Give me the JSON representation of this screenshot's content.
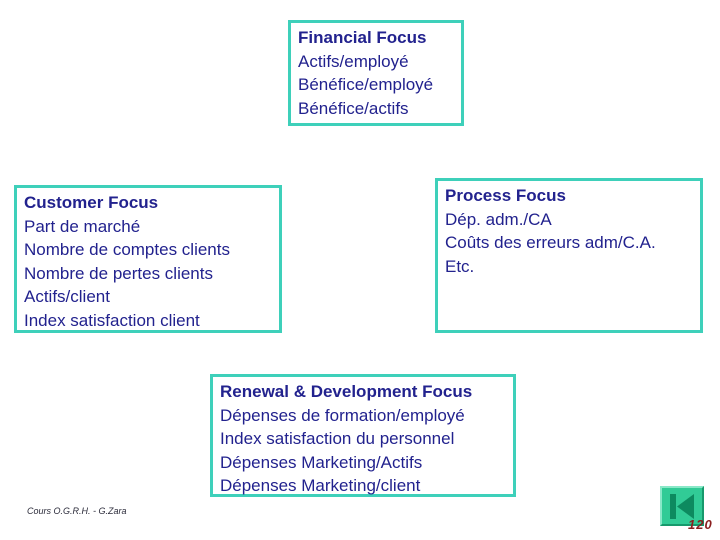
{
  "colors": {
    "background": "#ffffff",
    "box_border": "#3ed0ba",
    "box_text": "#22228e",
    "nav_button_fill": "#31cb96",
    "nav_button_glyph": "#0d8a5f",
    "page_number_color": "#8b1f1f"
  },
  "boxes": {
    "financial": {
      "title": "Financial Focus",
      "items": [
        "Actifs/employé",
        "Bénéfice/employé",
        "Bénéfice/actifs"
      ]
    },
    "customer": {
      "title": "Customer Focus",
      "items": [
        "Part de marché",
        "Nombre de comptes clients",
        "Nombre de pertes clients",
        "Actifs/client",
        "Index satisfaction client"
      ]
    },
    "process": {
      "title": "Process Focus",
      "items": [
        "Dép. adm./CA",
        "Coûts des erreurs adm/C.A.",
        "Etc."
      ]
    },
    "renewal": {
      "title": "Renewal & Development Focus",
      "items": [
        "Dépenses de formation/employé",
        "Index satisfaction du personnel",
        "Dépenses Marketing/Actifs",
        "Dépenses Marketing/client"
      ]
    }
  },
  "footer": {
    "credit": "Cours O.G.R.H. - G.Zara",
    "page_number": "120"
  },
  "nav": {
    "icon": "skip-to-start-icon"
  }
}
